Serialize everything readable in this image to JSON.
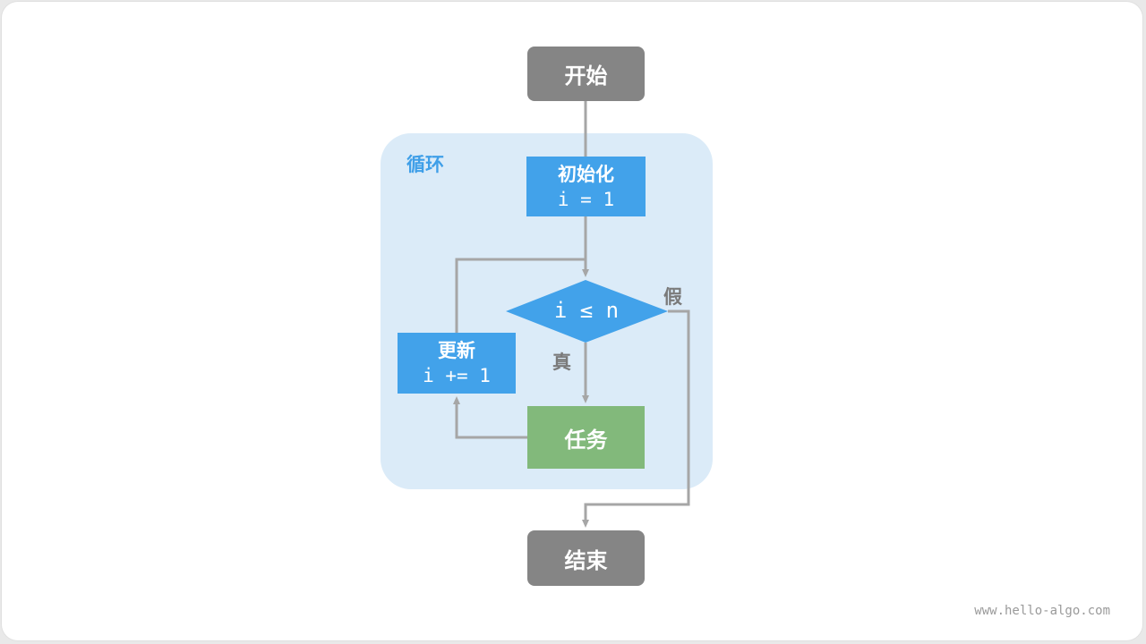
{
  "diagram": {
    "loop_label": "循环",
    "start_label": "开始",
    "init": {
      "title": "初始化",
      "code": "i = 1"
    },
    "condition": "i ≤ n",
    "true_label": "真",
    "false_label": "假",
    "task_label": "任务",
    "update": {
      "title": "更新",
      "code": "i += 1"
    },
    "end_label": "结束"
  },
  "colors": {
    "terminal": "#858585",
    "process": "#42a2ea",
    "task": "#82b97b",
    "loop_region": "#dbebf8",
    "connector": "#a6a6a6"
  },
  "watermark": "www.hello-algo.com"
}
